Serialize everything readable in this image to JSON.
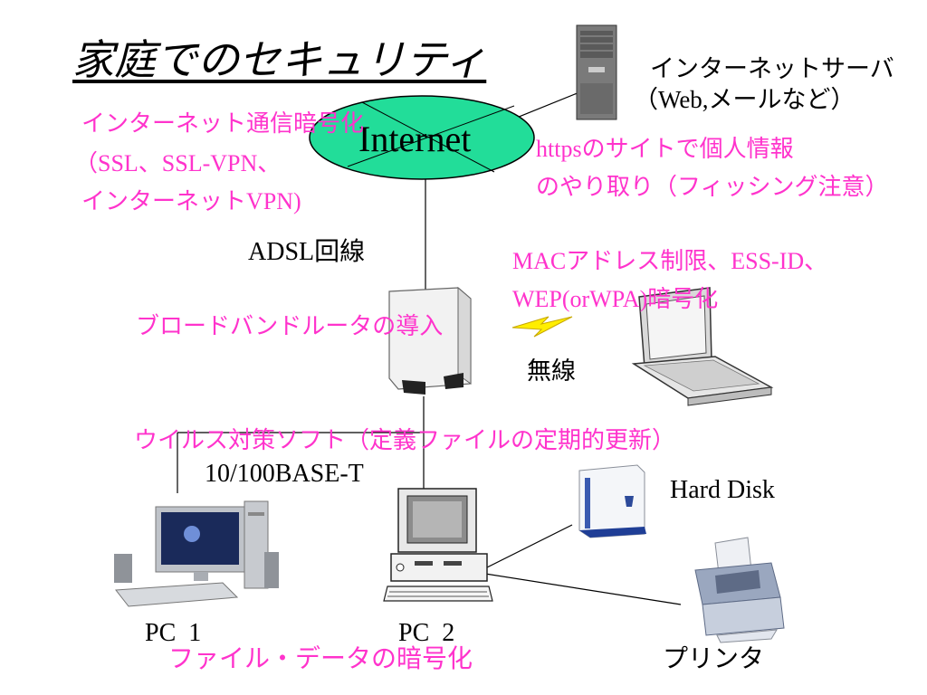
{
  "title": "家庭でのセキュリティ",
  "network": {
    "internet_label": "Internet",
    "server_label_line1": "インターネットサーバ",
    "server_label_line2": "（Web,メールなど）",
    "adsl_label": "ADSL回線",
    "wireless_label": "無線",
    "lan_label": "10/100BASE-T",
    "hdd_label": "Hard Disk",
    "pc1_label": "PC  1",
    "pc2_label": "PC  2",
    "printer_label": "プリンタ"
  },
  "security_notes": {
    "internet_encryption": [
      "インターネット通信暗号化",
      "（SSL、SSL-VPN、",
      "インターネットVPN)"
    ],
    "https": [
      "httpsのサイトで個人情報",
      "のやり取り（フィッシング注意）"
    ],
    "wireless": [
      "MACアドレス制限、ESS-ID、",
      "WEP(orWPA)暗号化"
    ],
    "router": "ブロードバンドルータの導入",
    "antivirus": "ウイルス対策ソフト（定義ファイルの定期的更新）",
    "file_encryption": "ファイル・データの暗号化"
  },
  "colors": {
    "annotation": "#ff33cc",
    "internet_cloud": "#22dd99",
    "lightning": "#ffee00"
  },
  "icons": [
    "server-icon",
    "internet-cloud",
    "router-icon",
    "laptop-icon",
    "pc1-icon",
    "pc2-icon",
    "hard-disk-icon",
    "printer-icon",
    "lightning-icon"
  ]
}
